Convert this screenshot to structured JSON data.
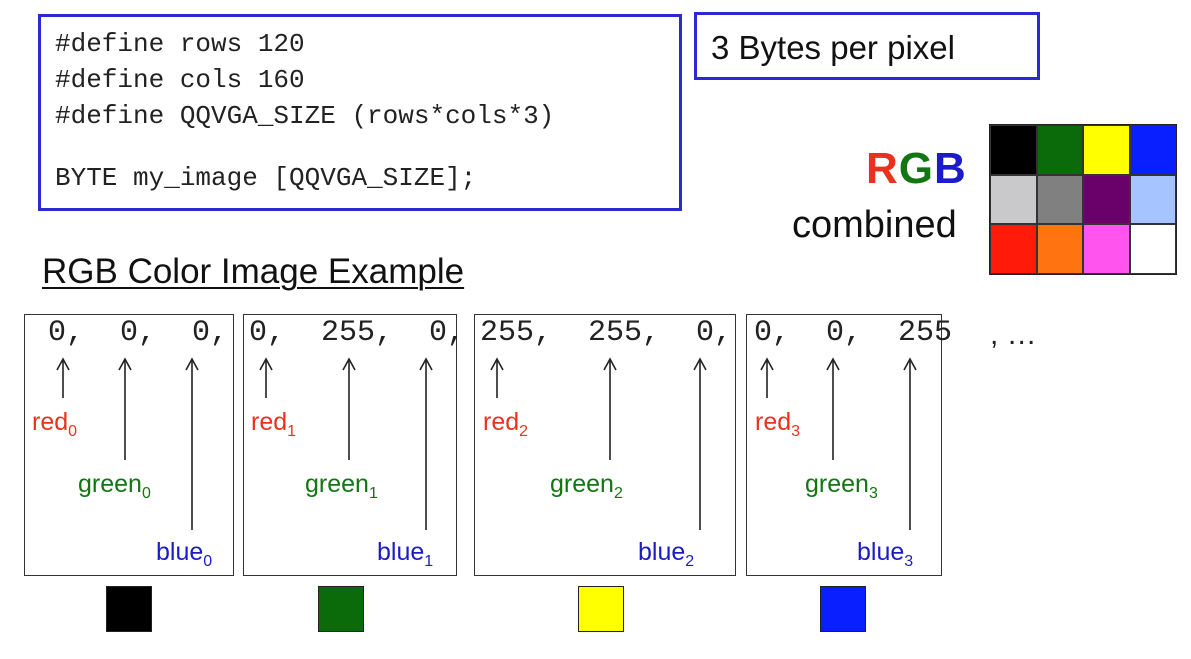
{
  "code": {
    "lines": [
      "#define rows 120",
      "#define cols 160",
      "#define QQVGA_SIZE (rows*cols*3)",
      "BYTE my_image [QQVGA_SIZE];"
    ]
  },
  "bytes_label": "3 Bytes per pixel",
  "rgb_legend": {
    "letters": {
      "r": "R",
      "g": "G",
      "b": "B"
    },
    "combined": "combined",
    "grid_colors": [
      "#000000",
      "#0b6b0b",
      "#ffff00",
      "#0a1fff",
      "#c9c9cc",
      "#808080",
      "#6a006a",
      "#a6c4ff",
      "#ff1a0a",
      "#ff7410",
      "#ff55ee",
      "#ffffff"
    ]
  },
  "section_title": "RGB Color  Image Example",
  "pixels": [
    {
      "values": " 0,  0,  0,",
      "red": "red",
      "green": "green",
      "blue": "blue",
      "index": "0",
      "color": "#000000"
    },
    {
      "values": "0,  255,  0,",
      "red": "red",
      "green": "green",
      "blue": "blue",
      "index": "1",
      "color": "#0b6b0b"
    },
    {
      "values": "255,  255,  0,",
      "red": "red",
      "green": "green",
      "blue": "blue",
      "index": "2",
      "color": "#ffff00"
    },
    {
      "values": "0,  0,  255",
      "red": "red",
      "green": "green",
      "blue": "blue",
      "index": "3",
      "color": "#0a1fff"
    }
  ],
  "trailing": ",  …",
  "colors": {
    "red": "#e8321e",
    "green": "#127612",
    "blue": "#1b1bc8",
    "border": "#2a2ad0"
  }
}
